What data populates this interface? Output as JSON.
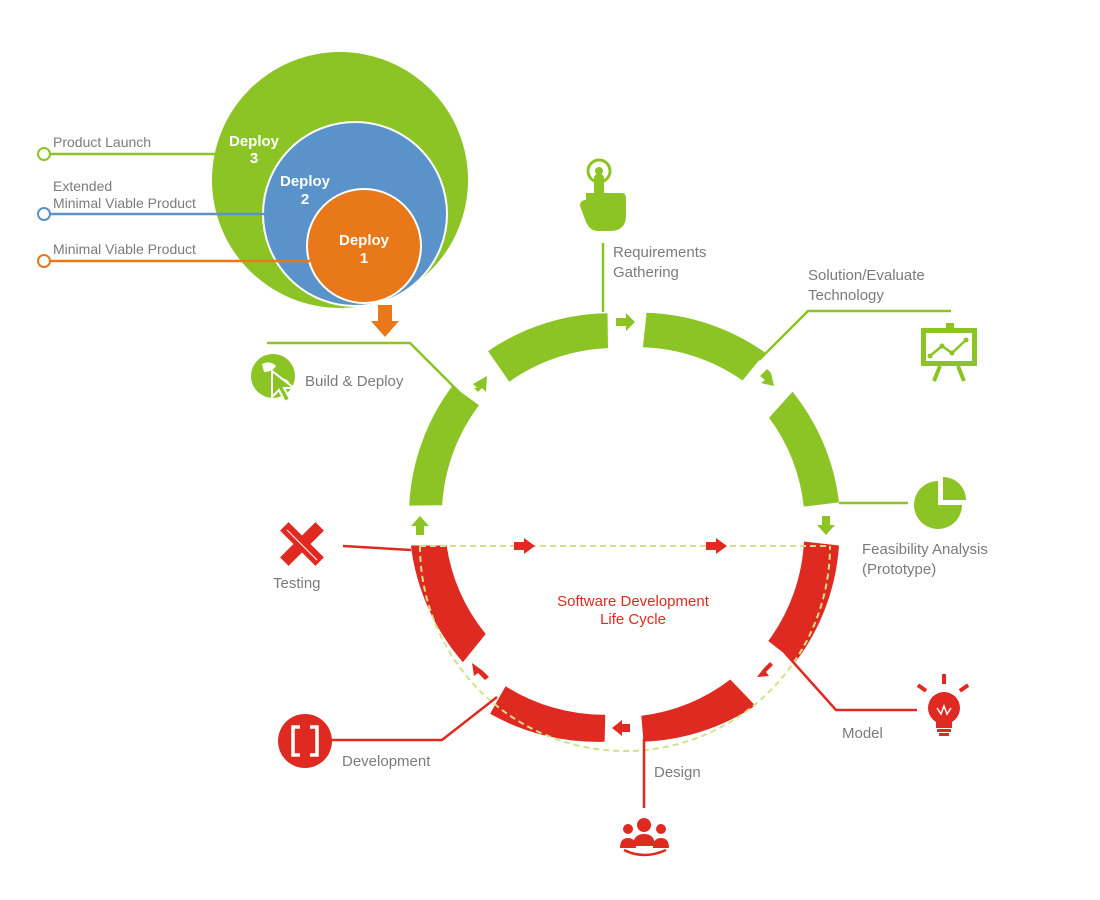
{
  "colors": {
    "green": "#8cc426",
    "blue": "#5a93c9",
    "orange": "#e8781a",
    "red": "#df2a22",
    "label": "#7b7b7b"
  },
  "center_title": [
    "Software Development",
    "Life Cycle"
  ],
  "deploy_circles": [
    {
      "line1": "Deploy",
      "line2": "3"
    },
    {
      "line1": "Deploy",
      "line2": "2"
    },
    {
      "line1": "Deploy",
      "line2": "1"
    }
  ],
  "releases": [
    {
      "lines": [
        "Product Launch"
      ]
    },
    {
      "lines": [
        "Extended",
        "Minimal Viable Product"
      ]
    },
    {
      "lines": [
        "Minimal Viable Product"
      ]
    }
  ],
  "stages": [
    {
      "lines": [
        "Requirements",
        "Gathering"
      ],
      "icon": "pointing-hand-icon"
    },
    {
      "lines": [
        "Solution/Evaluate",
        "Technology"
      ],
      "icon": "presentation-board-icon"
    },
    {
      "lines": [
        "Feasibility Analysis",
        "(Prototype)"
      ],
      "icon": "pie-chart-icon"
    },
    {
      "lines": [
        "Model"
      ],
      "icon": "lightbulb-icon"
    },
    {
      "lines": [
        "Design"
      ],
      "icon": "team-icon"
    },
    {
      "lines": [
        "Development"
      ],
      "icon": "code-brackets-icon"
    },
    {
      "lines": [
        "Testing"
      ],
      "icon": "ruler-pencil-icon"
    },
    {
      "lines": [
        "Build & Deploy"
      ],
      "icon": "globe-cursor-icon"
    }
  ]
}
